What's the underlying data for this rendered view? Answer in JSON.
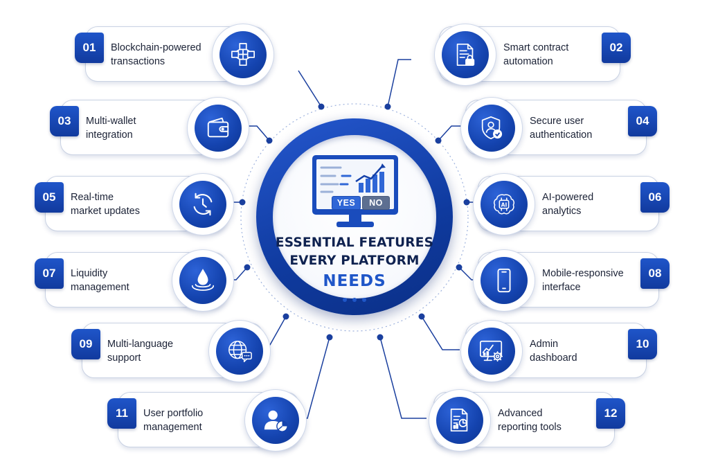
{
  "title": {
    "line1": "ESSENTIAL FEATURES",
    "line2": "EVERY PLATFORM",
    "line3": "NEEDS"
  },
  "monitor": {
    "yes_label": "YES",
    "no_label": "NO"
  },
  "colors": {
    "primary": "#1443ae",
    "primary_light": "#2d63d8",
    "dark_text": "#0f2250",
    "accent_text": "#1f56c8",
    "connector": "#1a3f9e"
  },
  "features": [
    {
      "num": "01",
      "line1": "Blockchain-powered",
      "line2": "transactions",
      "icon": "blockchain-icon"
    },
    {
      "num": "02",
      "line1": "Smart contract",
      "line2": "automation",
      "icon": "contract-lock-icon"
    },
    {
      "num": "03",
      "line1": "Multi-wallet",
      "line2": "integration",
      "icon": "wallet-icon"
    },
    {
      "num": "04",
      "line1": "Secure user",
      "line2": "authentication",
      "icon": "shield-user-icon"
    },
    {
      "num": "05",
      "line1": "Real-time",
      "line2": "market updates",
      "icon": "clock-refresh-icon"
    },
    {
      "num": "06",
      "line1": "AI-powered",
      "line2": "analytics",
      "icon": "ai-brain-icon"
    },
    {
      "num": "07",
      "line1": "Liquidity",
      "line2": "management",
      "icon": "droplet-icon"
    },
    {
      "num": "08",
      "line1": "Mobile-responsive",
      "line2": "interface",
      "icon": "mobile-phone-icon"
    },
    {
      "num": "09",
      "line1": "Multi-language",
      "line2": "support",
      "icon": "globe-chat-icon"
    },
    {
      "num": "10",
      "line1": "Admin",
      "line2": "dashboard",
      "icon": "dashboard-gear-icon"
    },
    {
      "num": "11",
      "line1": "User portfolio",
      "line2": "management",
      "icon": "user-chart-icon"
    },
    {
      "num": "12",
      "line1": "Advanced",
      "line2": "reporting tools",
      "icon": "report-document-icon"
    }
  ]
}
